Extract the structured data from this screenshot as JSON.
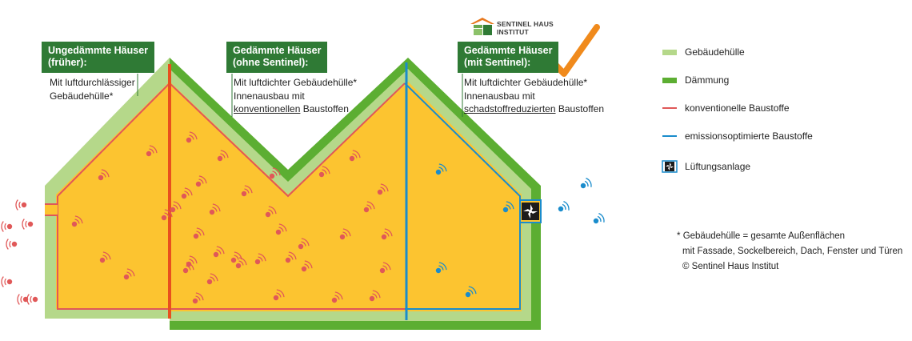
{
  "labels": [
    {
      "title": [
        "Ungedämmte Häuser",
        "(früher):"
      ],
      "desc": [
        [
          "Mit luftdurchlässiger"
        ],
        [
          "Gebäudehülle*"
        ]
      ]
    },
    {
      "title": [
        "Gedämmte Häuser",
        "(ohne Sentinel):"
      ],
      "desc": [
        [
          "Mit luftdichter Gebäudehülle*"
        ],
        [
          "Innenausbau mit"
        ],
        [
          {
            "u": "konventionellen"
          },
          " Baustoffen"
        ]
      ]
    },
    {
      "title": [
        "Gedämmte Häuser",
        "(mit Sentinel):"
      ],
      "desc": [
        [
          "Mit luftdichter Gebäudehülle*"
        ],
        [
          "Innenausbau mit"
        ],
        [
          {
            "u": "schadstoffreduzierten"
          },
          " Baustoffen"
        ]
      ]
    }
  ],
  "logo": {
    "line1": "SENTINEL HAUS",
    "line2": "INSTITUT"
  },
  "legend": [
    {
      "label": "Gebäudehülle",
      "swatch": "envelope",
      "color": "#b5d88a"
    },
    {
      "label": "Dämmung",
      "swatch": "insulation",
      "color": "#5cae32"
    },
    {
      "label": "konventionelle Baustoffe",
      "swatch": "line",
      "color": "#e06060"
    },
    {
      "label": "emissionsoptimierte Baustoffe",
      "swatch": "line",
      "color": "#1a8ccc"
    },
    {
      "label": "Lüftungsanlage",
      "swatch": "fan",
      "color": "#1a8ccc"
    }
  ],
  "footnote": {
    "line1": "Gebäudehülle = gesamte Außenflächen",
    "line2": "mit Fassade, Sockelbereich, Dach, Fenster und Türen",
    "line3": "© Sentinel Haus Institut",
    "marker": "*"
  },
  "colors": {
    "envelope": "#b5d88a",
    "insulation": "#5cae32",
    "interior": "#fcc430",
    "conventional": "#e05858",
    "divider": "#e8501e",
    "optimized": "#1a8ccc",
    "tag": "#2f7a35",
    "check": "#f08a1c"
  }
}
